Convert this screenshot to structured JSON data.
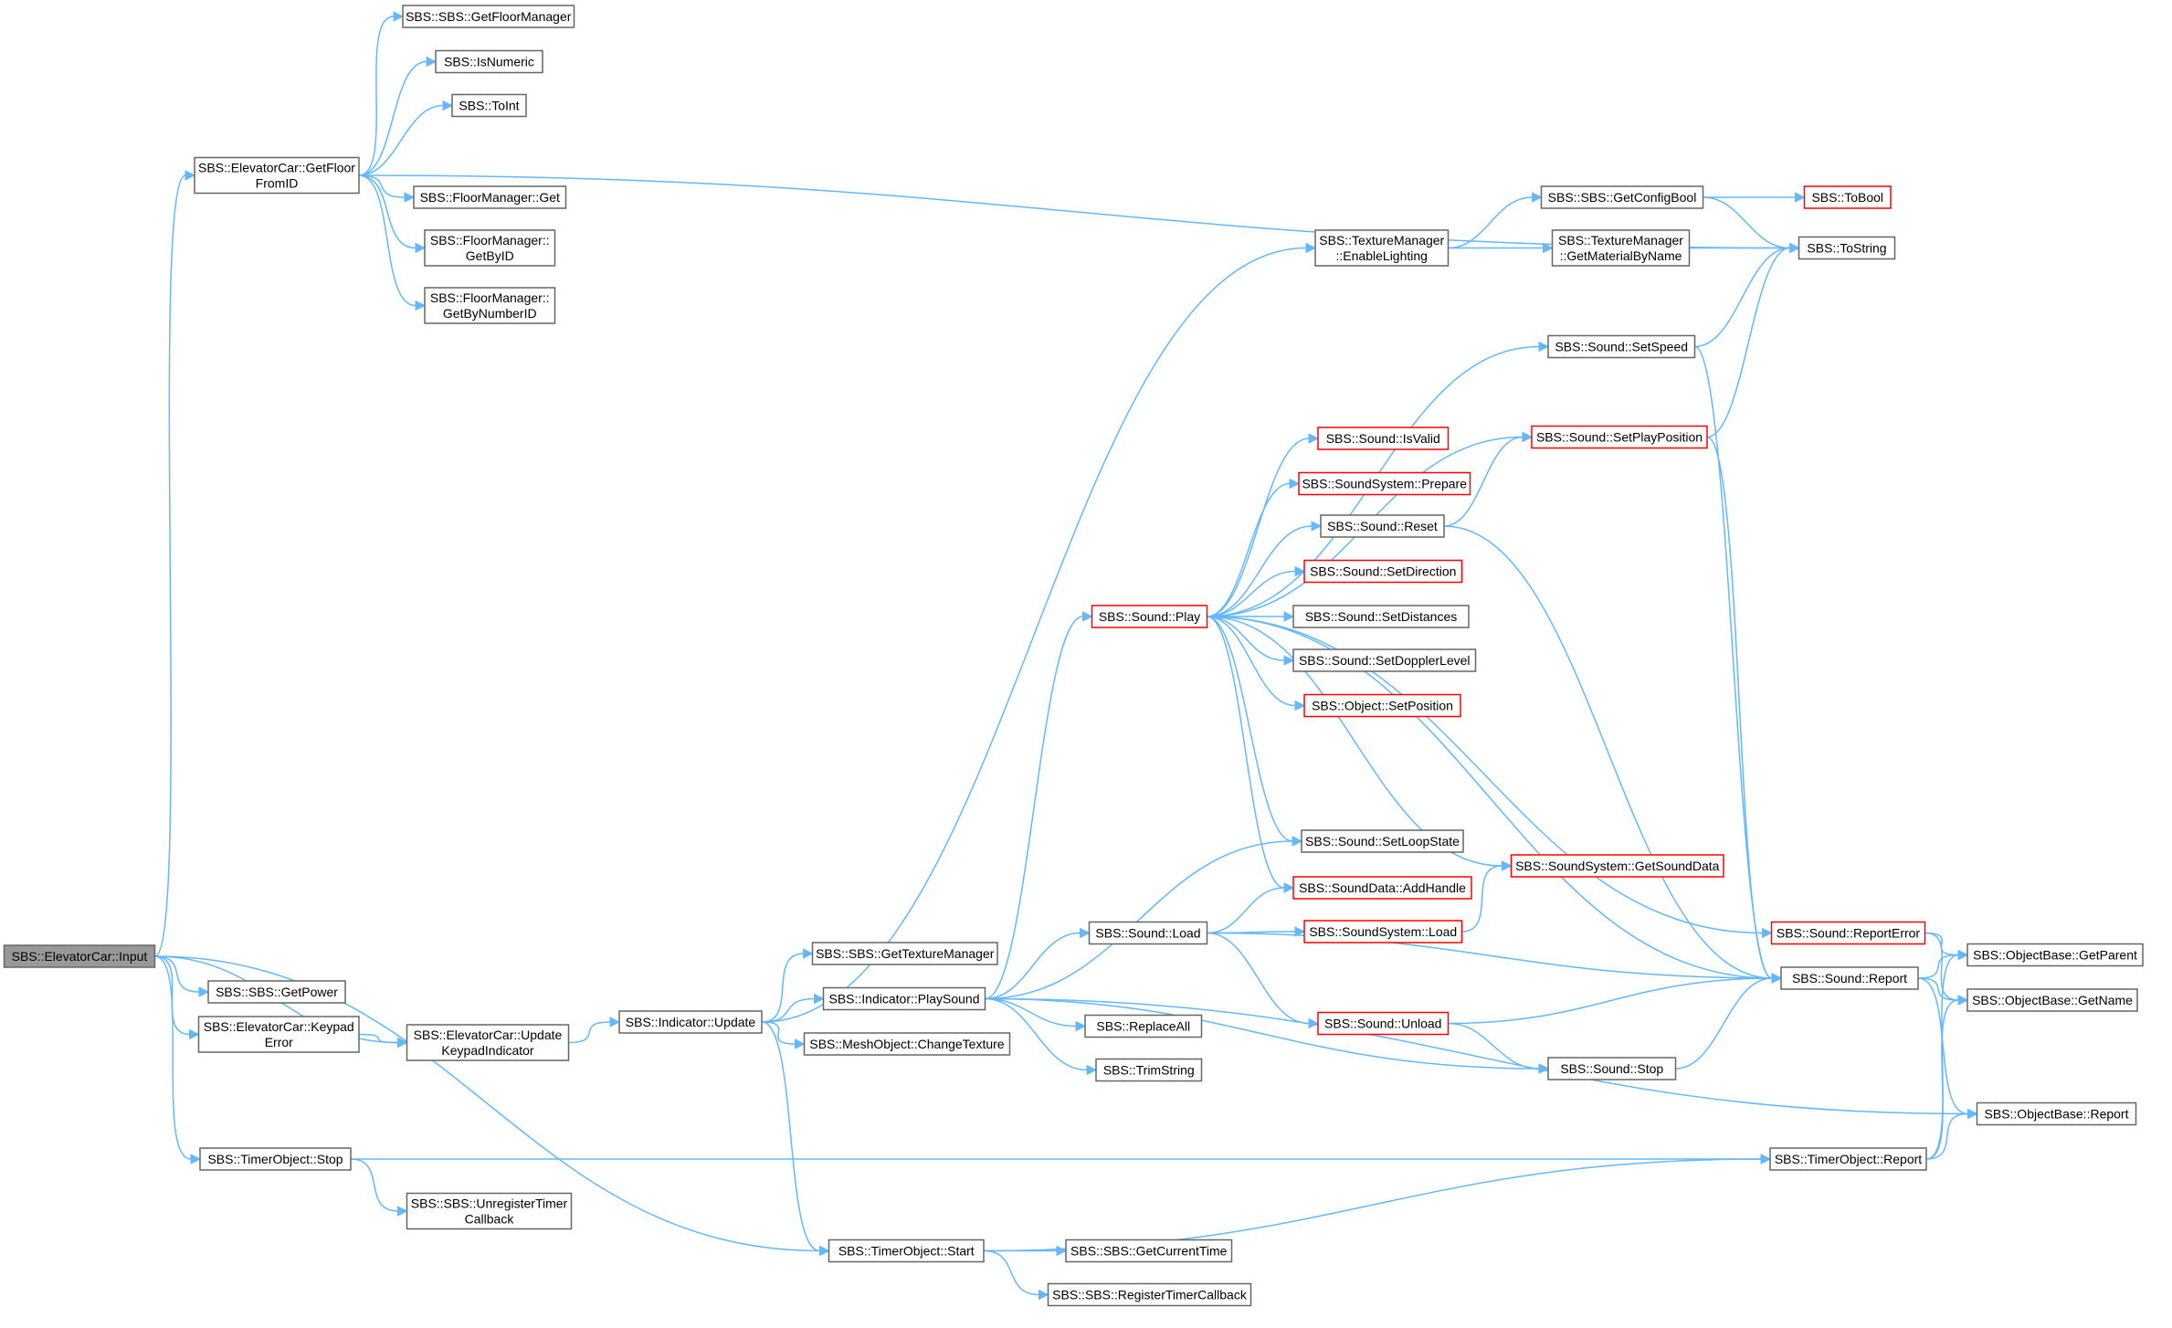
{
  "colors": {
    "edge": "#63b8ff",
    "node_border": "#666666",
    "node_border_highlight": "#ff0000",
    "root_fill": "#999999"
  },
  "nodes": {
    "n0": {
      "lines": [
        "SBS::ElevatorCar::Input"
      ],
      "style": "root"
    },
    "n1": {
      "lines": [
        "SBS::ElevatorCar::GetFloor",
        "FromID"
      ]
    },
    "n2": {
      "lines": [
        "SBS::SBS::GetFloorManager"
      ]
    },
    "n3": {
      "lines": [
        "SBS::IsNumeric"
      ]
    },
    "n4": {
      "lines": [
        "SBS::ToInt"
      ]
    },
    "n5": {
      "lines": [
        "SBS::FloorManager::Get"
      ]
    },
    "n6": {
      "lines": [
        "SBS::FloorManager::",
        "GetByID"
      ]
    },
    "n7": {
      "lines": [
        "SBS::FloorManager::",
        "GetByNumberID"
      ]
    },
    "n8": {
      "lines": [
        "SBS::ToString"
      ]
    },
    "n9": {
      "lines": [
        "SBS::SBS::GetPower"
      ]
    },
    "n10": {
      "lines": [
        "SBS::ElevatorCar::Keypad",
        "Error"
      ]
    },
    "n11": {
      "lines": [
        "SBS::ElevatorCar::Update",
        "KeypadIndicator"
      ]
    },
    "n12": {
      "lines": [
        "SBS::Indicator::Update"
      ]
    },
    "n13": {
      "lines": [
        "SBS::TextureManager",
        "::EnableLighting"
      ]
    },
    "n14": {
      "lines": [
        "SBS::SBS::GetConfigBool"
      ]
    },
    "n15": {
      "lines": [
        "SBS::ToBool"
      ],
      "style": "red"
    },
    "n16": {
      "lines": [
        "SBS::TextureManager",
        "::GetMaterialByName"
      ]
    },
    "n17": {
      "lines": [
        "SBS::SBS::GetTextureManager"
      ]
    },
    "n18": {
      "lines": [
        "SBS::Indicator::PlaySound"
      ]
    },
    "n19": {
      "lines": [
        "SBS::MeshObject::ChangeTexture"
      ]
    },
    "n20": {
      "lines": [
        "SBS::Sound::Play"
      ],
      "style": "red"
    },
    "n21": {
      "lines": [
        "SBS::Sound::SetSpeed"
      ]
    },
    "n22": {
      "lines": [
        "SBS::Sound::SetPlayPosition"
      ],
      "style": "red"
    },
    "n23": {
      "lines": [
        "SBS::Sound::IsValid"
      ],
      "style": "red"
    },
    "n24": {
      "lines": [
        "SBS::SoundSystem::Prepare"
      ],
      "style": "red"
    },
    "n25": {
      "lines": [
        "SBS::Sound::Reset"
      ]
    },
    "n26": {
      "lines": [
        "SBS::Sound::SetDirection"
      ],
      "style": "red"
    },
    "n27": {
      "lines": [
        "SBS::Sound::SetDistances"
      ]
    },
    "n28": {
      "lines": [
        "SBS::Sound::SetDopplerLevel"
      ]
    },
    "n29": {
      "lines": [
        "SBS::Object::SetPosition"
      ],
      "style": "red"
    },
    "n30": {
      "lines": [
        "SBS::Sound::SetLoopState"
      ]
    },
    "n31": {
      "lines": [
        "SBS::SoundSystem::GetSoundData"
      ],
      "style": "red"
    },
    "n32": {
      "lines": [
        "SBS::SoundData::AddHandle"
      ],
      "style": "red"
    },
    "n33": {
      "lines": [
        "SBS::Sound::Load"
      ]
    },
    "n34": {
      "lines": [
        "SBS::SoundSystem::Load"
      ],
      "style": "red"
    },
    "n35": {
      "lines": [
        "SBS::Sound::ReportError"
      ],
      "style": "red"
    },
    "n36": {
      "lines": [
        "SBS::Sound::Report"
      ]
    },
    "n37": {
      "lines": [
        "SBS::ObjectBase::GetParent"
      ]
    },
    "n38": {
      "lines": [
        "SBS::ObjectBase::GetName"
      ]
    },
    "n39": {
      "lines": [
        "SBS::ReplaceAll"
      ]
    },
    "n40": {
      "lines": [
        "SBS::TrimString"
      ]
    },
    "n41": {
      "lines": [
        "SBS::Sound::Unload"
      ],
      "style": "red"
    },
    "n42": {
      "lines": [
        "SBS::Sound::Stop"
      ]
    },
    "n43": {
      "lines": [
        "SBS::ObjectBase::Report"
      ]
    },
    "n44": {
      "lines": [
        "SBS::TimerObject::Stop"
      ]
    },
    "n45": {
      "lines": [
        "SBS::TimerObject::Report"
      ]
    },
    "n46": {
      "lines": [
        "SBS::SBS::UnregisterTimer",
        "Callback"
      ]
    },
    "n47": {
      "lines": [
        "SBS::TimerObject::Start"
      ]
    },
    "n48": {
      "lines": [
        "SBS::SBS::GetCurrentTime"
      ]
    },
    "n49": {
      "lines": [
        "SBS::SBS::RegisterTimerCallback"
      ]
    }
  },
  "edges": [
    [
      "n0",
      "n1"
    ],
    [
      "n0",
      "n9"
    ],
    [
      "n0",
      "n10"
    ],
    [
      "n0",
      "n11"
    ],
    [
      "n0",
      "n44"
    ],
    [
      "n0",
      "n47"
    ],
    [
      "n1",
      "n2"
    ],
    [
      "n1",
      "n3"
    ],
    [
      "n1",
      "n4"
    ],
    [
      "n1",
      "n5"
    ],
    [
      "n1",
      "n6"
    ],
    [
      "n1",
      "n7"
    ],
    [
      "n1",
      "n8"
    ],
    [
      "n10",
      "n11"
    ],
    [
      "n11",
      "n12"
    ],
    [
      "n12",
      "n13"
    ],
    [
      "n12",
      "n17"
    ],
    [
      "n12",
      "n18"
    ],
    [
      "n12",
      "n19"
    ],
    [
      "n12",
      "n47"
    ],
    [
      "n13",
      "n14"
    ],
    [
      "n13",
      "n16"
    ],
    [
      "n14",
      "n15"
    ],
    [
      "n14",
      "n8"
    ],
    [
      "n16",
      "n8"
    ],
    [
      "n18",
      "n20"
    ],
    [
      "n18",
      "n30"
    ],
    [
      "n18",
      "n33"
    ],
    [
      "n18",
      "n39"
    ],
    [
      "n18",
      "n40"
    ],
    [
      "n18",
      "n42"
    ],
    [
      "n18",
      "n43"
    ],
    [
      "n20",
      "n21"
    ],
    [
      "n20",
      "n22"
    ],
    [
      "n20",
      "n23"
    ],
    [
      "n20",
      "n24"
    ],
    [
      "n20",
      "n25"
    ],
    [
      "n20",
      "n26"
    ],
    [
      "n20",
      "n27"
    ],
    [
      "n20",
      "n28"
    ],
    [
      "n20",
      "n29"
    ],
    [
      "n20",
      "n30"
    ],
    [
      "n20",
      "n31"
    ],
    [
      "n20",
      "n32"
    ],
    [
      "n20",
      "n35"
    ],
    [
      "n20",
      "n36"
    ],
    [
      "n21",
      "n8"
    ],
    [
      "n21",
      "n36"
    ],
    [
      "n22",
      "n8"
    ],
    [
      "n22",
      "n36"
    ],
    [
      "n25",
      "n22"
    ],
    [
      "n25",
      "n36"
    ],
    [
      "n33",
      "n32"
    ],
    [
      "n33",
      "n34"
    ],
    [
      "n33",
      "n41"
    ],
    [
      "n33",
      "n36"
    ],
    [
      "n34",
      "n31"
    ],
    [
      "n41",
      "n36"
    ],
    [
      "n41",
      "n42"
    ],
    [
      "n42",
      "n36"
    ],
    [
      "n35",
      "n37"
    ],
    [
      "n35",
      "n38"
    ],
    [
      "n36",
      "n37"
    ],
    [
      "n36",
      "n38"
    ],
    [
      "n36",
      "n43"
    ],
    [
      "n44",
      "n45"
    ],
    [
      "n44",
      "n46"
    ],
    [
      "n45",
      "n37"
    ],
    [
      "n45",
      "n38"
    ],
    [
      "n45",
      "n43"
    ],
    [
      "n47",
      "n45"
    ],
    [
      "n47",
      "n48"
    ],
    [
      "n47",
      "n49"
    ]
  ]
}
